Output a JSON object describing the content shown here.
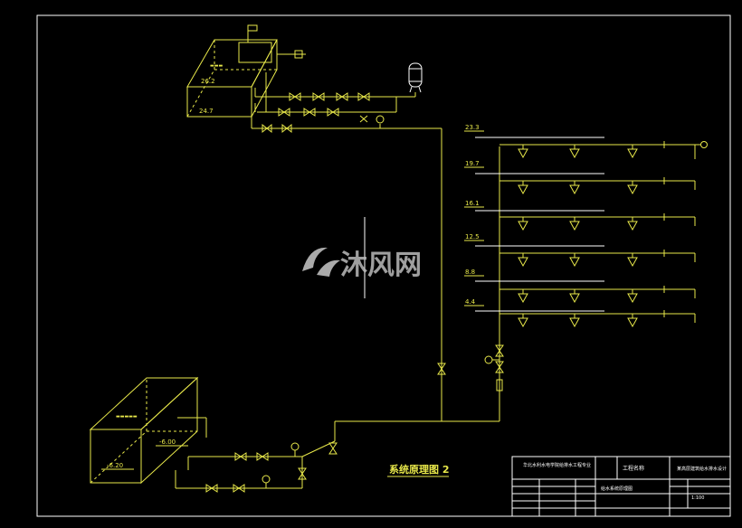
{
  "colors": {
    "background": "#000000",
    "frame": "#ffffff",
    "pipe": "#e8e84a",
    "tank": "#e8e84a",
    "pump": "#ffffff",
    "watermark": "#bbbbbb"
  },
  "labels": {
    "roof_tank_level_a": "26.2",
    "roof_tank_level_b": "24.7",
    "cistern_level_top": "-6.00",
    "cistern_level_bottom": "-6.20",
    "drawing_title": "系统原理图 2"
  },
  "floor_levels": [
    "23.3",
    "19.7",
    "16.1",
    "12.5",
    "8.8",
    "4.4"
  ],
  "watermark": {
    "text": "沐风网"
  },
  "title_block": {
    "school": "华北水利水电学院给排水工程专业",
    "project_label": "工程名称",
    "project_name": "某高层建筑给水排水设计",
    "sheet_name": "给水系统原理图",
    "scale": "1:100"
  }
}
